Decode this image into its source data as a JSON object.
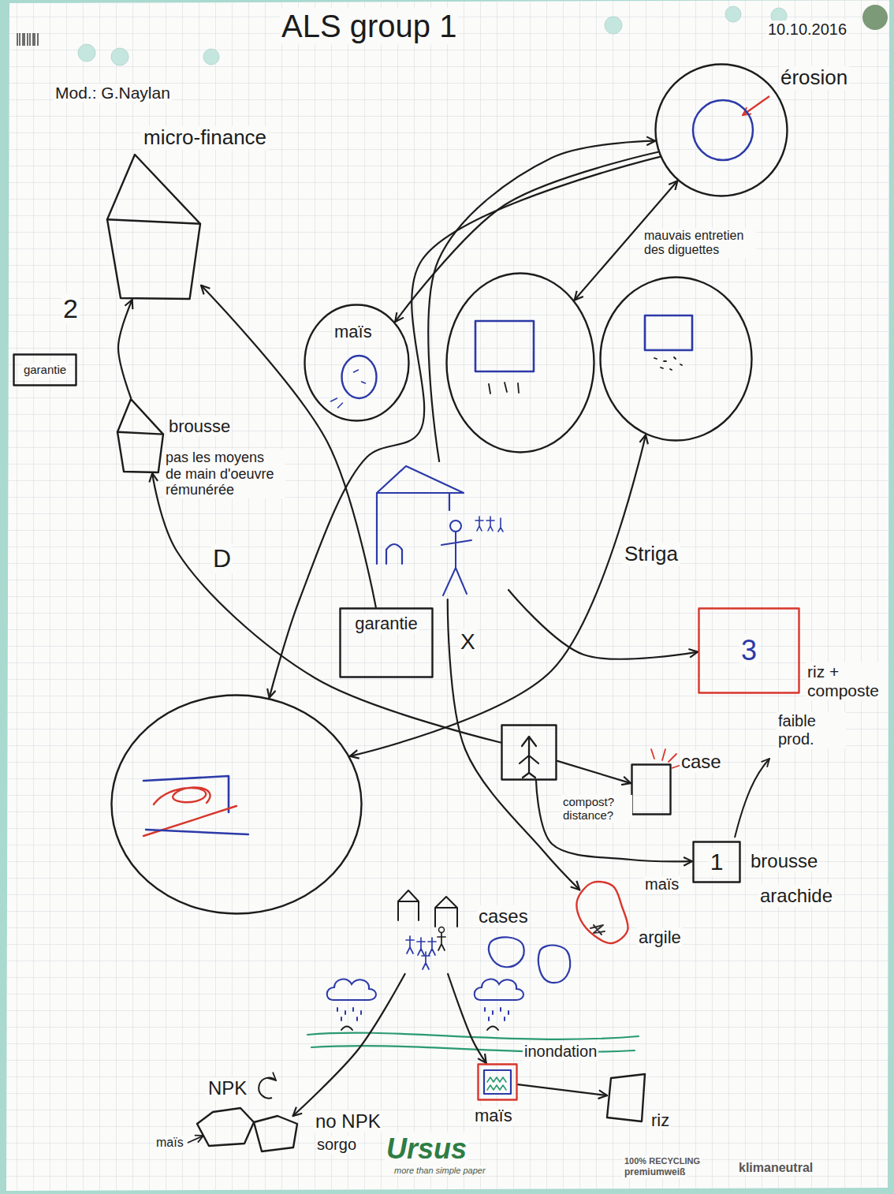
{
  "diagram": {
    "title": "ALS group 1",
    "nodes": [
      {
        "text": [
          "micro-finance"
        ]
      },
      {
        "text": [
          "garantie"
        ]
      },
      {
        "text": [
          "brousse",
          "pas les moyens de main d'oeuvre rémunérée"
        ]
      },
      {
        "text": [
          "érosion"
        ]
      },
      {
        "text": [
          "maïs"
        ]
      },
      {
        "text": []
      },
      {
        "text": []
      },
      {
        "text": []
      },
      {
        "text": [
          "garantie"
        ]
      },
      {
        "text": [
          "3",
          "riz + composte"
        ]
      },
      {
        "text": []
      },
      {
        "text": []
      },
      {
        "text": [
          "case"
        ]
      },
      {
        "text": [
          "1",
          "maïs",
          "brousse",
          "arachide"
        ]
      },
      {
        "text": [
          "argile"
        ]
      },
      {
        "text": [
          "cases"
        ]
      },
      {
        "text": [
          "NPK",
          "maïs"
        ]
      },
      {
        "text": [
          "no NPK",
          "sorgo"
        ]
      },
      {
        "text": [
          "maïs"
        ]
      },
      {
        "text": [
          "riz"
        ]
      }
    ],
    "edges": [
      {
        "from": 2,
        "to": 0,
        "arrow": "to",
        "label": "2"
      },
      {
        "from": 8,
        "to": 0,
        "arrow": "to"
      },
      {
        "from": 7,
        "to": 3,
        "arrow": "to"
      },
      {
        "from": 3,
        "to": 4,
        "arrow": "to"
      },
      {
        "from": 5,
        "to": 3,
        "arrow": "both",
        "label": "mauvais entretien des diguettes"
      },
      {
        "from": 10,
        "to": 6,
        "arrow": "both",
        "label": "Striga"
      },
      {
        "from": 3,
        "to": 10,
        "arrow": "to"
      },
      {
        "from": 7,
        "to": 9,
        "arrow": "to"
      },
      {
        "from": 11,
        "to": 2,
        "arrow": "to"
      },
      {
        "from": 11,
        "to": 12,
        "arrow": "to"
      },
      {
        "from": 11,
        "to": 13,
        "arrow": "to",
        "label": "compost? distance?"
      },
      {
        "from": 7,
        "to": 14,
        "arrow": "to"
      },
      {
        "from": 15,
        "to": 17,
        "arrow": "to"
      },
      {
        "from": 15,
        "to": 18,
        "arrow": "to"
      },
      {
        "from": 18,
        "to": 19,
        "arrow": "to",
        "label": "inondation"
      }
    ],
    "labels": [
      "Mod.: G.Naylan",
      "10.10.2016",
      "D",
      "X",
      "faible prod.",
      "Ursus",
      "more than simple paper",
      "100% RECYCLING",
      "premiumweiß",
      "klimaneutral"
    ]
  }
}
